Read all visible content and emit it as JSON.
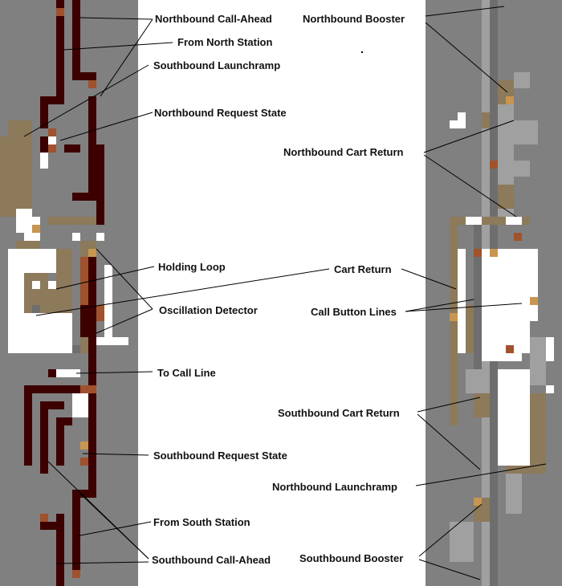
{
  "colors": {
    "stone": "#808080",
    "light_stone": "#a0a0a0",
    "dark_stone": "#6e6e6e",
    "sandstone": "#8c7a5a",
    "wire": "#3d0000",
    "wire_lit": "#a0522d",
    "glass": "#ffffff",
    "torch": "#c89650",
    "text": "#111111"
  },
  "labels": {
    "northbound_call_ahead": "Northbound Call-Ahead",
    "from_north_station": "From North Station",
    "southbound_launchramp": "Southbound Launchramp",
    "northbound_request_state": "Northbound Request State",
    "holding_loop": "Holding Loop",
    "oscillation_detector": "Oscillation Detector",
    "to_call_line": "To Call Line",
    "southbound_request_state": "Southbound Request State",
    "from_south_station": "From South Station",
    "southbound_call_ahead": "Southbound Call-Ahead",
    "northbound_booster": "Northbound Booster",
    "northbound_cart_return": "Northbound Cart Return",
    "cart_return": "Cart Return",
    "call_button_lines": "Call Button Lines",
    "southbound_cart_return": "Southbound Cart Return",
    "northbound_launchramp": "Northbound Launchramp",
    "southbound_booster": "Southbound Booster"
  }
}
